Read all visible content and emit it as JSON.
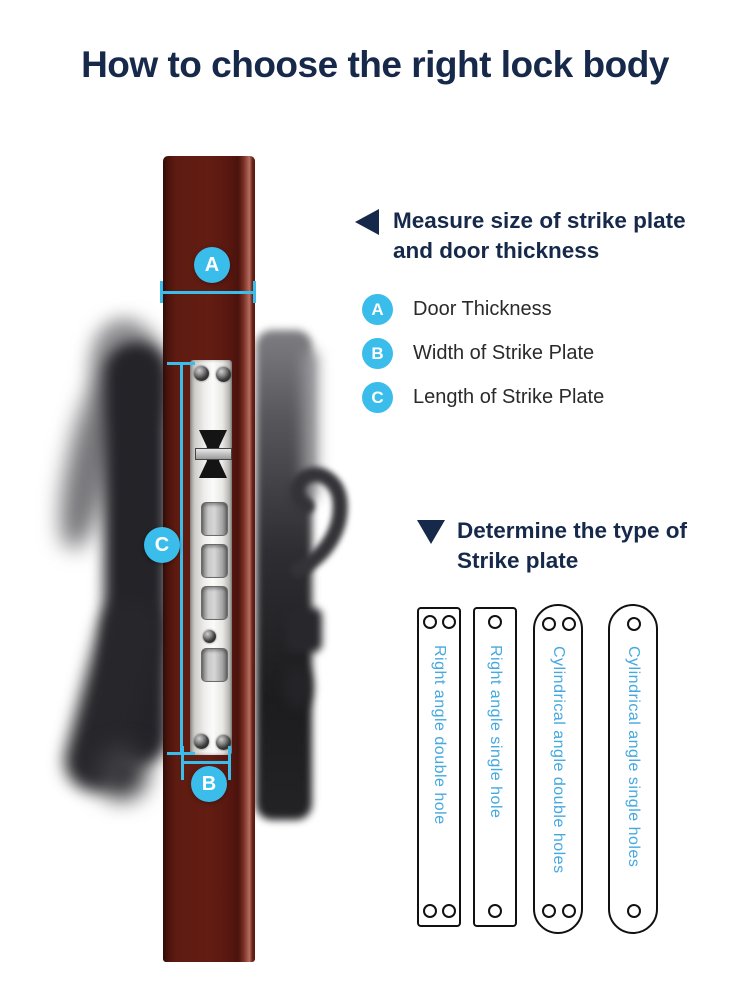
{
  "title": "How to choose the right lock body",
  "sections": {
    "measure": {
      "heading_line1": "Measure size of strike plate",
      "heading_line2": "and door thickness",
      "legend": [
        {
          "letter": "A",
          "label": "Door Thickness"
        },
        {
          "letter": "B",
          "label": "Width of Strike Plate"
        },
        {
          "letter": "C",
          "label": "Length of Strike Plate"
        }
      ]
    },
    "type": {
      "heading_line1": "Determine the type of",
      "heading_line2": "Strike plate",
      "plates": [
        {
          "label": "Right angle double hole",
          "shape": "rectangular",
          "holes": 2
        },
        {
          "label": "Right angle single hole",
          "shape": "rectangular",
          "holes": 1
        },
        {
          "label": "Cylindrical angle double holes",
          "shape": "rounded",
          "holes": 2
        },
        {
          "label": "Cylindrical angle single holes",
          "shape": "rounded",
          "holes": 1
        }
      ]
    }
  },
  "markers": {
    "a": "A",
    "b": "B",
    "c": "C"
  },
  "colors": {
    "navy": "#16294a",
    "cyan": "#3bbdec",
    "plate_text": "#45a9e0",
    "door_red": "#5e1b11"
  }
}
